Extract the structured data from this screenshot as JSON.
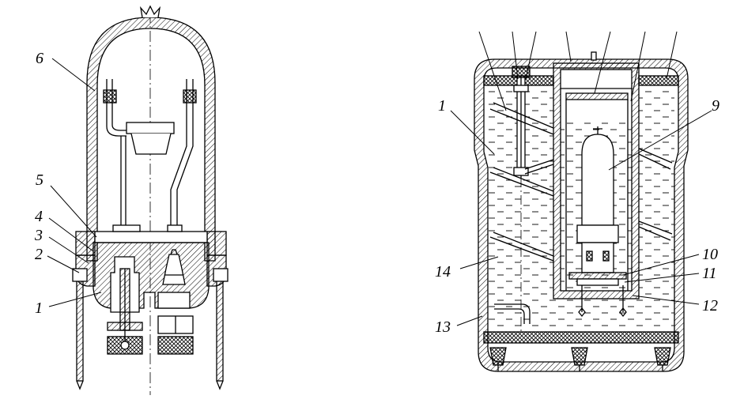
{
  "left_figure": {
    "labels": [
      "1",
      "2",
      "3",
      "4",
      "5",
      "6"
    ]
  },
  "right_figure": {
    "labels": [
      "1",
      "9",
      "10",
      "11",
      "12",
      "13",
      "14"
    ]
  }
}
